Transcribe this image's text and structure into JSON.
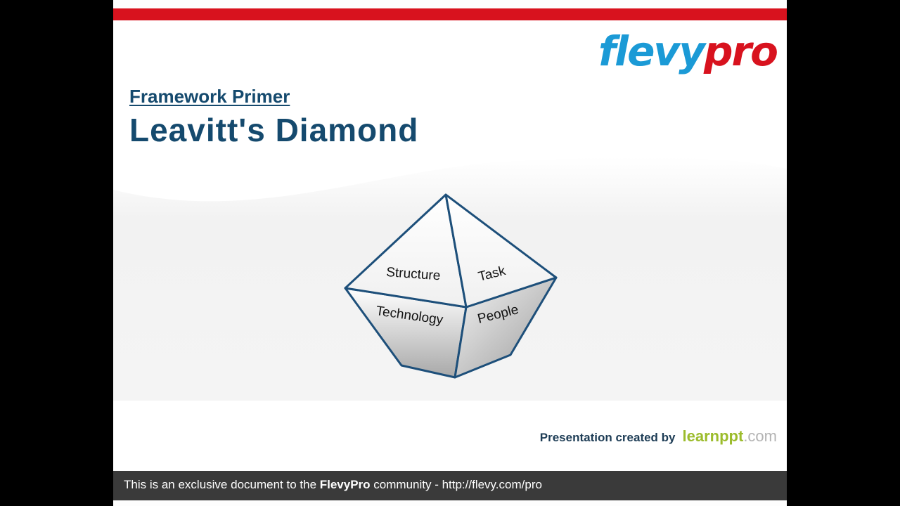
{
  "brand": {
    "logo_part1": "flevy",
    "logo_part2": "pro",
    "accent_red": "#d8121e",
    "accent_blue": "#1b9ad6"
  },
  "header": {
    "subtitle": "Framework Primer",
    "title": "Leavitt's Diamond"
  },
  "diagram": {
    "faces": [
      "Structure",
      "Task",
      "Technology",
      "People"
    ]
  },
  "credit": {
    "text": "Presentation created by",
    "brand_main": "learnppt",
    "brand_suffix": ".com"
  },
  "footer": {
    "prefix": "This is an exclusive document to the ",
    "brand": "FlevyPro",
    "suffix": " community - http://flevy.com/pro"
  }
}
